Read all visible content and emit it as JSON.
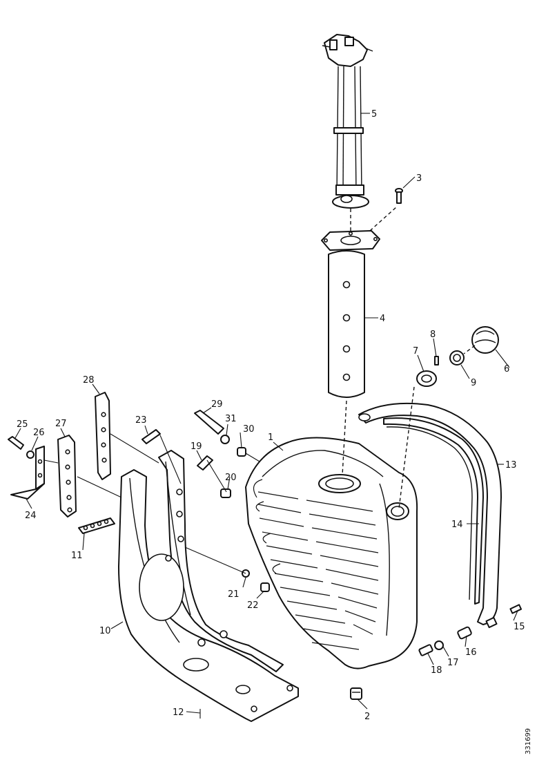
{
  "callouts": [
    {
      "label": "1"
    },
    {
      "label": "2"
    },
    {
      "label": "3"
    },
    {
      "label": "4"
    },
    {
      "label": "5"
    },
    {
      "label": "6"
    },
    {
      "label": "7"
    },
    {
      "label": "8"
    },
    {
      "label": "9"
    },
    {
      "label": "10"
    },
    {
      "label": "11"
    },
    {
      "label": "12"
    },
    {
      "label": "13"
    },
    {
      "label": "14"
    },
    {
      "label": "15"
    },
    {
      "label": "16"
    },
    {
      "label": "17"
    },
    {
      "label": "18"
    },
    {
      "label": "19"
    },
    {
      "label": "20"
    },
    {
      "label": "21"
    },
    {
      "label": "22"
    },
    {
      "label": "23"
    },
    {
      "label": "24"
    },
    {
      "label": "25"
    },
    {
      "label": "26"
    },
    {
      "label": "27"
    },
    {
      "label": "28"
    },
    {
      "label": "29"
    },
    {
      "label": "30"
    },
    {
      "label": "31"
    }
  ],
  "document_id": "331699"
}
